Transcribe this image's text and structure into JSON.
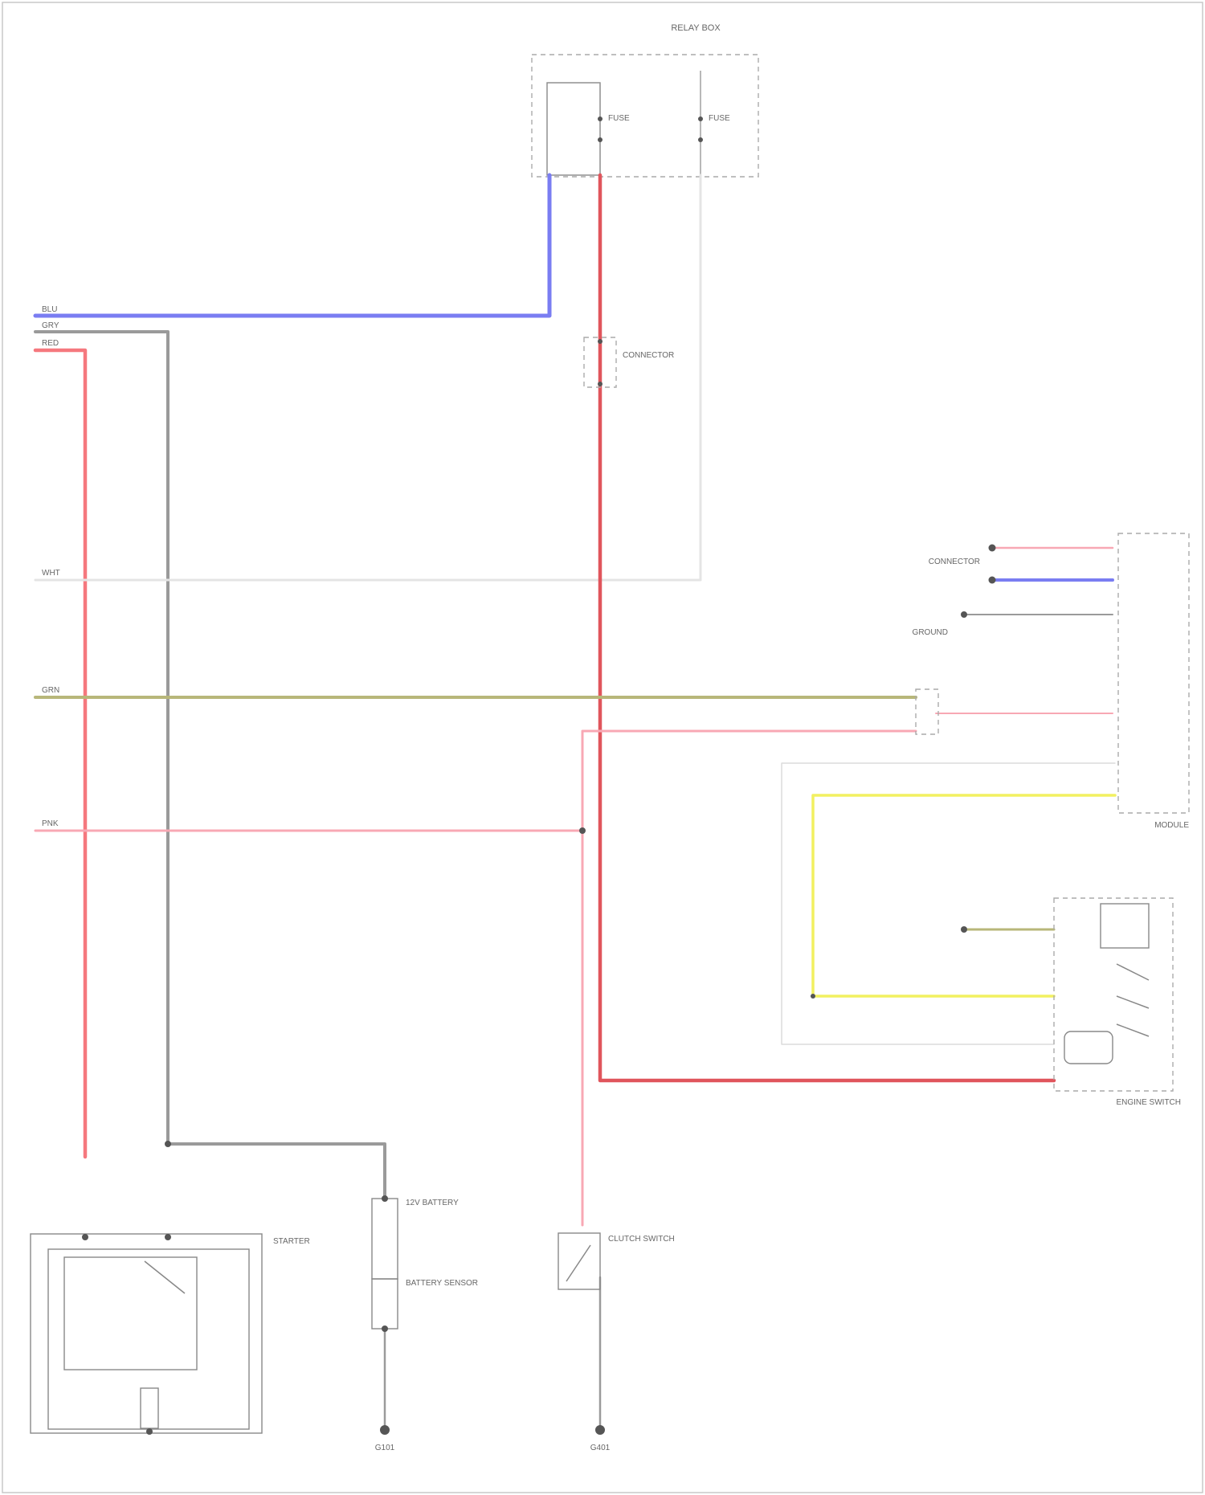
{
  "colors": {
    "red": "#f5787e",
    "red_dark": "#e0555c",
    "pink": "#f8a8b4",
    "blue": "#7a7df2",
    "gray": "#9a9a9a",
    "white": "#e4e4e4",
    "olive": "#b8b77a",
    "yellow": "#f2f060",
    "outline": "#888888"
  },
  "labels": {
    "top_relay": "RELAY BOX",
    "fuse_a": "FUSE",
    "fuse_b": "FUSE",
    "left_1": "BLU",
    "left_2": "GRY",
    "left_3": "RED",
    "left_4": "WHT",
    "left_5": "GRN",
    "left_6": "PNK",
    "mid_connector": "CONNECTOR",
    "right_connector": "CONNECTOR",
    "right_ground": "GROUND",
    "module": "MODULE",
    "switch_box": "ENGINE SWITCH",
    "starter": "STARTER",
    "battery": "12V BATTERY",
    "battery_sensor": "BATTERY SENSOR",
    "clutch": "CLUTCH SWITCH",
    "ground_left": "G101",
    "ground_right": "G401"
  }
}
